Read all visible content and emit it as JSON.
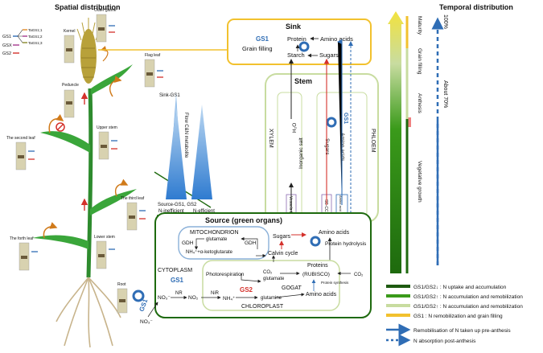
{
  "headers": {
    "spatial": "Spatial distribution",
    "temporal": "Temporal distribution"
  },
  "organs": {
    "kernel": "Kernel",
    "outer_glume": "Outer glume",
    "flag_leaf": "Flag leaf",
    "peduncle": "Peduncle",
    "upper_stem": "Upper stem",
    "second_leaf": "The second leaf",
    "third_leaf": "The third leaf",
    "forth_leaf": "The forth leaf",
    "lower_stem": "Lower stem",
    "root": "Root"
  },
  "gene_legend": {
    "gs1": "GS1",
    "gsx": "GSX",
    "gs2": "GS2",
    "tagss1_1": "TaGS1;1",
    "tagss1_2": "TaGS1;2",
    "tagss1_3": "TaGS1;3"
  },
  "center": {
    "sink_gs1": "Sink-GS1",
    "flow": "Flow C&N metabolite",
    "source": "Source-GS1, GS2",
    "n_inefficient": "N-inefficient",
    "n_efficient": "N-efficient"
  },
  "sink": {
    "title": "Sink",
    "gs1": "GS1",
    "grain_filling": "Grain filling",
    "protein": "Protein",
    "amino_acids": "Amino acids",
    "starch": "Starch",
    "sugars": "Sugars"
  },
  "stem": {
    "title": "Stem",
    "xylem": "XYLEM",
    "phloem": "PHLOEM",
    "h2o": "H₂O",
    "inorganic_salt": "Inorganic salt",
    "sugars": "Sugars",
    "amino_acids": "Amino acids",
    "gs1": "GS1",
    "vessels_tubes": "Vessels tubes",
    "se_cc": "SE-CC",
    "amino_acid_transporters": "Amino acid transporters"
  },
  "source": {
    "title": "Source (green organs)",
    "mitochondrion": "MITOCHONDRION",
    "gdh1": "GDH",
    "gdh2": "GDH",
    "glutamate": "glutamate",
    "nh4_keto": "NH₄⁺+α-ketoglutarate",
    "calvin": "Calvin cycle",
    "sugars": "Sugars",
    "amino_acids": "Amino acids",
    "protein_hydrolysis": "Protein hydrolysis",
    "cytoplasm": "CYTOPLASM",
    "gs1": "GS1",
    "photorespiration": "Photorespiration",
    "glutamate2": "glutamate",
    "co2a": "CO₂",
    "proteins": "Proteins",
    "rubisco": "(RUBISCO)",
    "co2b": "CO₂",
    "gs2": "GS2",
    "gogat": "GOGAT",
    "glutamine": "glutamine",
    "protein_synthesis": "Protein synthesis",
    "amino_acids2": "Amino acids",
    "chloroplast": "CHLOROPLAST",
    "no3a": "NO₃⁻",
    "nr": "NR",
    "no2": "NO₂",
    "nir": "NiR",
    "nh4": "NH₄⁺",
    "no3b": "NO₃⁻",
    "gs1_root": "GS1"
  },
  "timeline": {
    "maturity": "Maturity",
    "grain_filling": "Grain filling",
    "anthesis": "Anthesis",
    "vegetative": "Vegetative growth",
    "pct100": "100%",
    "pct70": "About 70%"
  },
  "legend": [
    {
      "text": "GS1/GS2↓ : N uptake and accumulation",
      "color": "#1e5a10"
    },
    {
      "text": "GS1/GS2↑ : N accumulation and remobilization",
      "color": "#3a9a1a"
    },
    {
      "text": "GS1/GS2↑ : N accumulation and remobilization",
      "color": "#c8dca0"
    },
    {
      "text": "GS1 : N remobilization and grain filling",
      "color": "#f2c12e"
    }
  ],
  "legend_arrows": {
    "solid": "Remobilisation of N taken up pre-anthesis",
    "dotted": "N absorption post-anthesis"
  },
  "colors": {
    "dark_green": "#1e6a0e",
    "blue": "#2f6db5",
    "red": "#d4312b",
    "gold": "#f2c12e"
  }
}
